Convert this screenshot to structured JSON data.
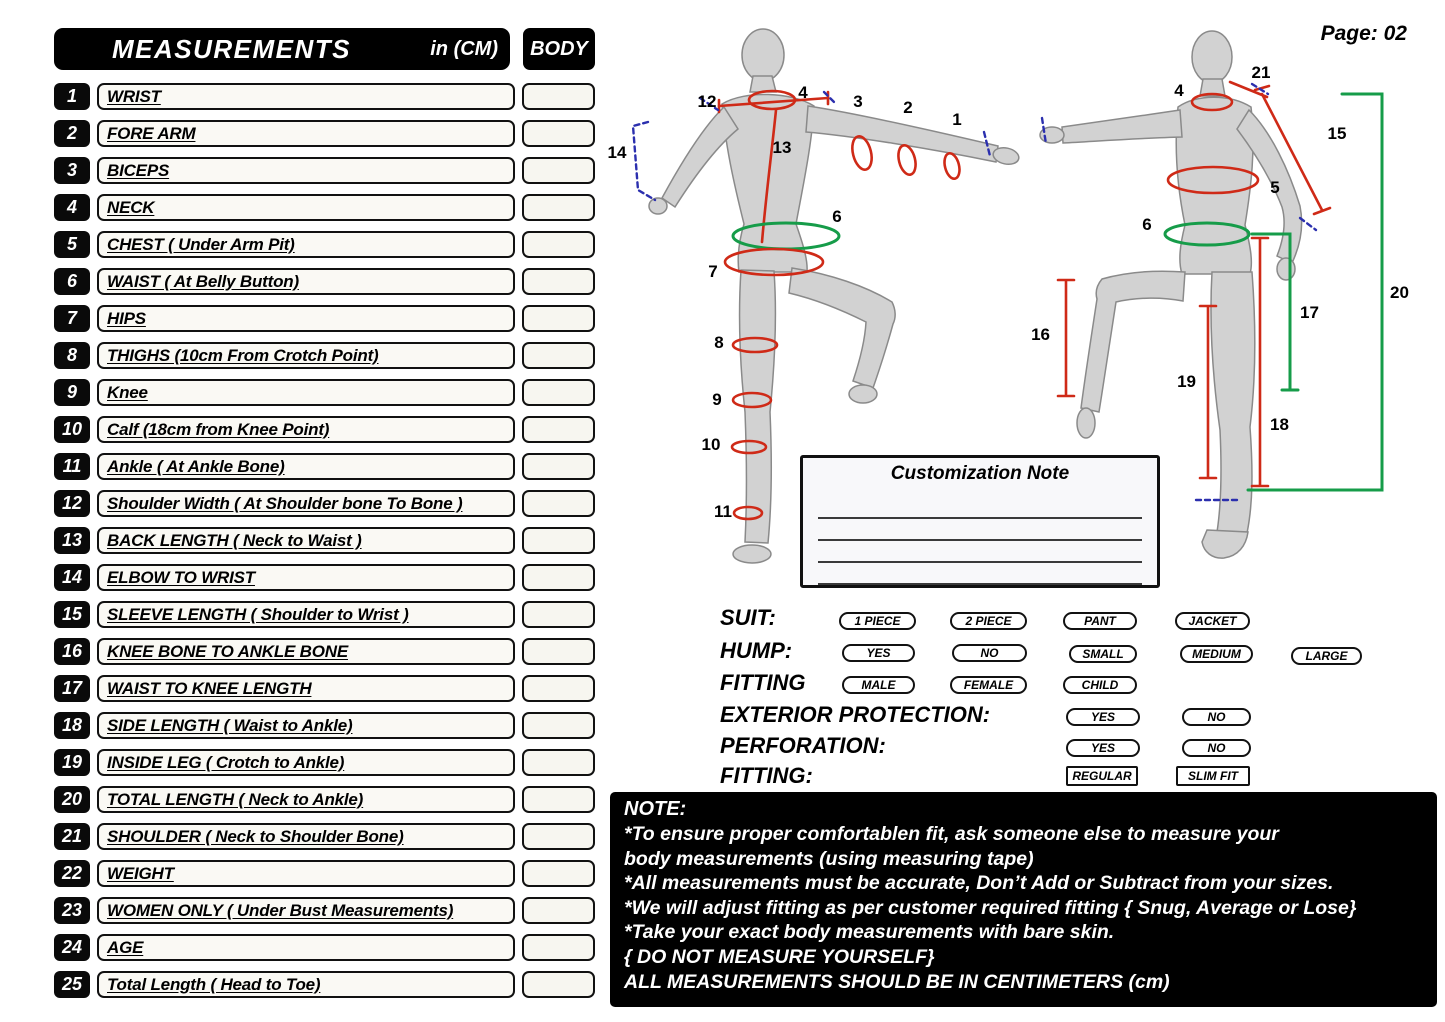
{
  "colors": {
    "ann-red": "#cf2a17",
    "ann-green": "#169c49",
    "ann-blue": "#2b2fae"
  },
  "page": {
    "label": "Page: 02"
  },
  "header": {
    "title": "MEASUREMENTS",
    "unit": "in (CM)",
    "body_column": "BODY"
  },
  "measurements": [
    {
      "num": "1",
      "label": "WRIST"
    },
    {
      "num": "2",
      "label": "FORE ARM"
    },
    {
      "num": "3",
      "label": "BICEPS"
    },
    {
      "num": "4",
      "label": "NECK"
    },
    {
      "num": "5",
      "label": "CHEST ( Under Arm Pit)"
    },
    {
      "num": "6",
      "label": "WAIST ( At Belly Button)"
    },
    {
      "num": "7",
      "label": "HIPS"
    },
    {
      "num": "8",
      "label": "THIGHS (10cm  From  Crotch Point)"
    },
    {
      "num": "9",
      "label": "Knee"
    },
    {
      "num": "10",
      "label": "Calf (18cm from Knee Point)"
    },
    {
      "num": "11",
      "label": "Ankle ( At Ankle Bone)"
    },
    {
      "num": "12",
      "label": "Shoulder Width ( At Shoulder bone To Bone )"
    },
    {
      "num": "13",
      "label": "BACK LENGTH ( Neck to Waist )"
    },
    {
      "num": "14",
      "label": "ELBOW TO WRIST"
    },
    {
      "num": "15",
      "label": "SLEEVE LENGTH ( Shoulder to Wrist )"
    },
    {
      "num": "16",
      "label": "KNEE BONE TO ANKLE BONE"
    },
    {
      "num": "17",
      "label": "WAIST TO KNEE LENGTH"
    },
    {
      "num": "18",
      "label": "SIDE LENGTH ( Waist to Ankle)"
    },
    {
      "num": "19",
      "label": "INSIDE LEG ( Crotch to Ankle)"
    },
    {
      "num": "20",
      "label": "TOTAL LENGTH ( Neck to Ankle)"
    },
    {
      "num": "21",
      "label": "SHOULDER ( Neck to Shoulder Bone)"
    },
    {
      "num": "22",
      "label": "WEIGHT"
    },
    {
      "num": "23",
      "label": "WOMEN ONLY ( Under Bust Measurements)"
    },
    {
      "num": "24",
      "label": "AGE"
    },
    {
      "num": "25",
      "label": "Total Length ( Head to Toe)"
    }
  ],
  "customization": {
    "title": "Customization Note"
  },
  "options": {
    "suit_label": "SUIT:",
    "suit": [
      "1 PIECE",
      "2 PIECE",
      "PANT",
      "JACKET"
    ],
    "hump_label": "HUMP:",
    "hump": [
      "YES",
      "NO",
      "SMALL",
      "MEDIUM",
      "LARGE"
    ],
    "fitting_label": "FITTING",
    "fitting": [
      "MALE",
      "FEMALE",
      "CHILD"
    ],
    "exterior_label": "EXTERIOR PROTECTION:",
    "exterior": [
      "YES",
      "NO"
    ],
    "perforation_label": "PERFORATION:",
    "perforation": [
      "YES",
      "NO"
    ],
    "fit_type_label": "FITTING:",
    "fit_type": [
      "REGULAR",
      "SLIM FIT"
    ]
  },
  "note": {
    "title": "NOTE:",
    "lines": [
      "*To ensure proper comfortablen  fit, ask someone else to measure your",
      "body measurements (using measuring tape)",
      "*All measurements must be accurate, Don’t Add or Subtract from your sizes.",
      "*We will adjust fitting as per customer required fitting { Snug, Average or Lose}",
      "*Take your exact body measurements with bare skin.",
      "{ DO NOT MEASURE YOURSELF}",
      "ALL MEASUREMENTS SHOULD BE IN CENTIMETERS (cm)"
    ]
  },
  "figures": {
    "back_labels": [
      "12",
      "4",
      "3",
      "2",
      "1",
      "14",
      "13",
      "6",
      "7",
      "8",
      "9",
      "10",
      "11"
    ],
    "front_labels": [
      "4",
      "21",
      "15",
      "5",
      "6",
      "16",
      "17",
      "19",
      "18",
      "20"
    ]
  }
}
